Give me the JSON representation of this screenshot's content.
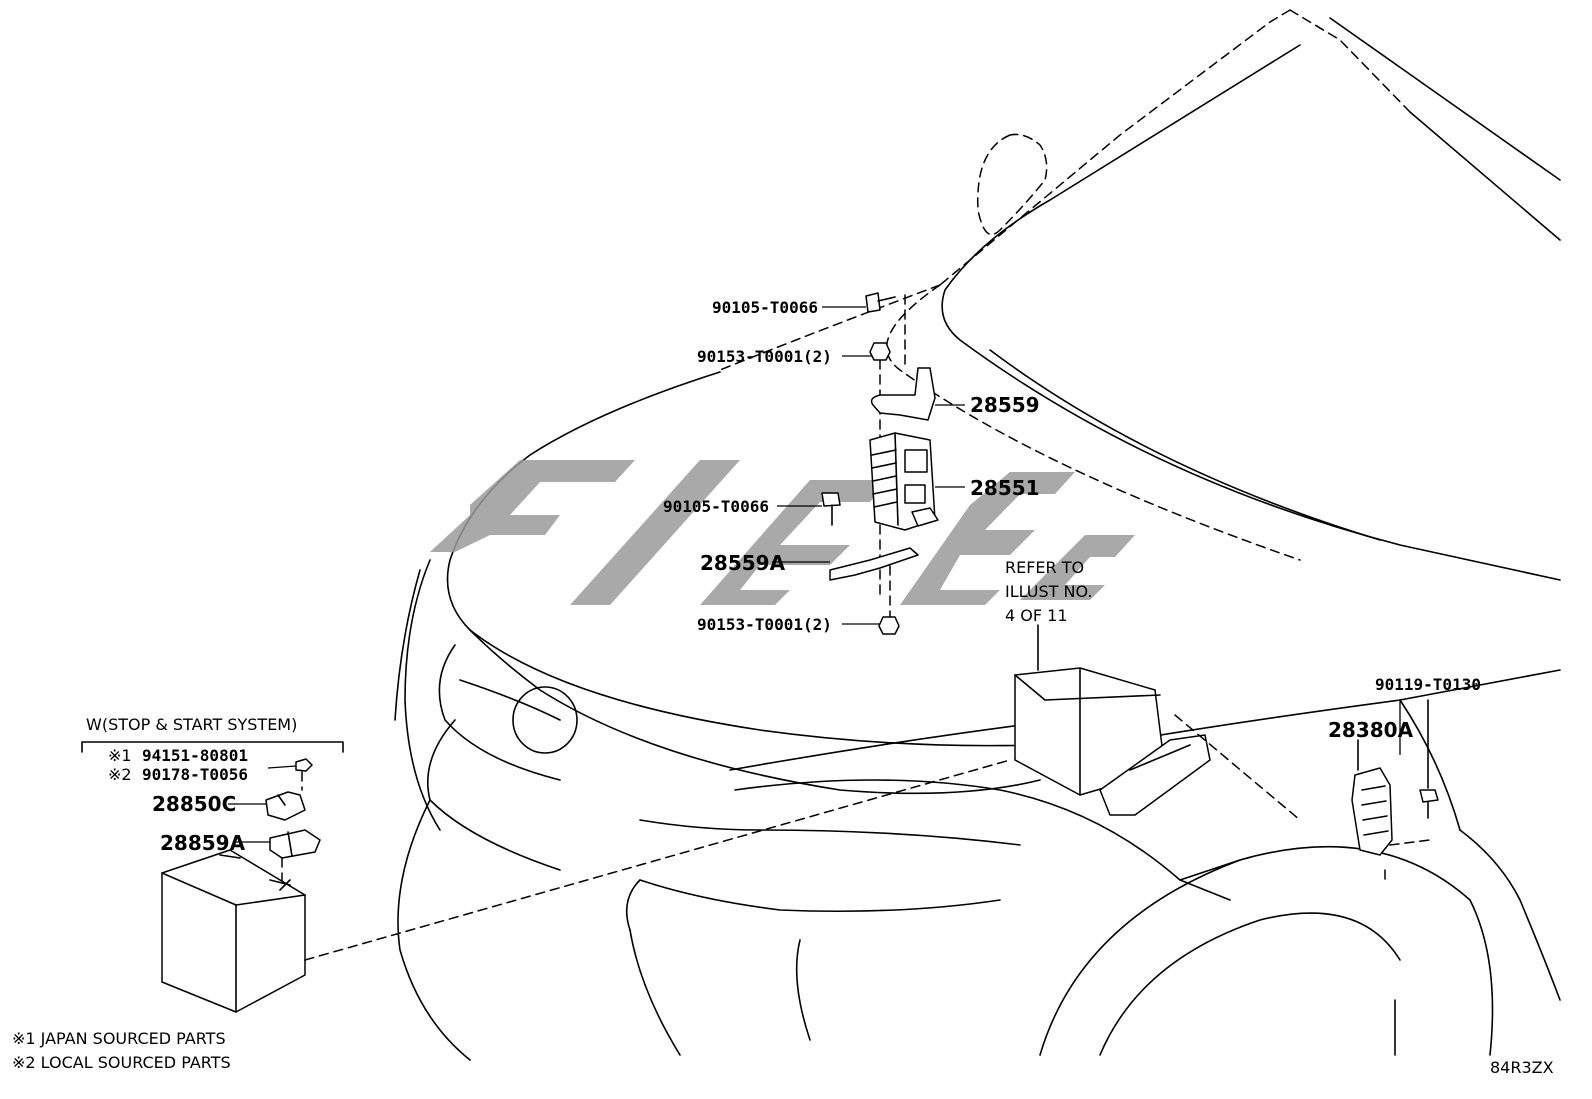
{
  "callouts": {
    "bolt_top": "90105-T0066",
    "nut_top": "90153-T0001(2)",
    "bracket": "28559",
    "relay_unit": "28551",
    "bolt_mid": "90105-T0066",
    "bracket_a": "28559A",
    "nut_bottom": "90153-T0001(2)",
    "refer_line1": "REFER TO",
    "refer_line2": "ILLUST NO.",
    "refer_line3": "4 OF 11",
    "bolt_right": "90119-T0130",
    "sensor_bracket": "28380A"
  },
  "stop_start": {
    "heading": "W(STOP & START SYSTEM)",
    "part1_mark": "※1",
    "part1": "94151-80801",
    "part2_mark": "※2",
    "part2": "90178-T0056",
    "terminal": "28850C",
    "clamp": "28859A"
  },
  "legend": {
    "note1": "※1 JAPAN SOURCED PARTS",
    "note2": "※2 LOCAL SOURCED PARTS"
  },
  "illustration_code": "84R3ZX"
}
